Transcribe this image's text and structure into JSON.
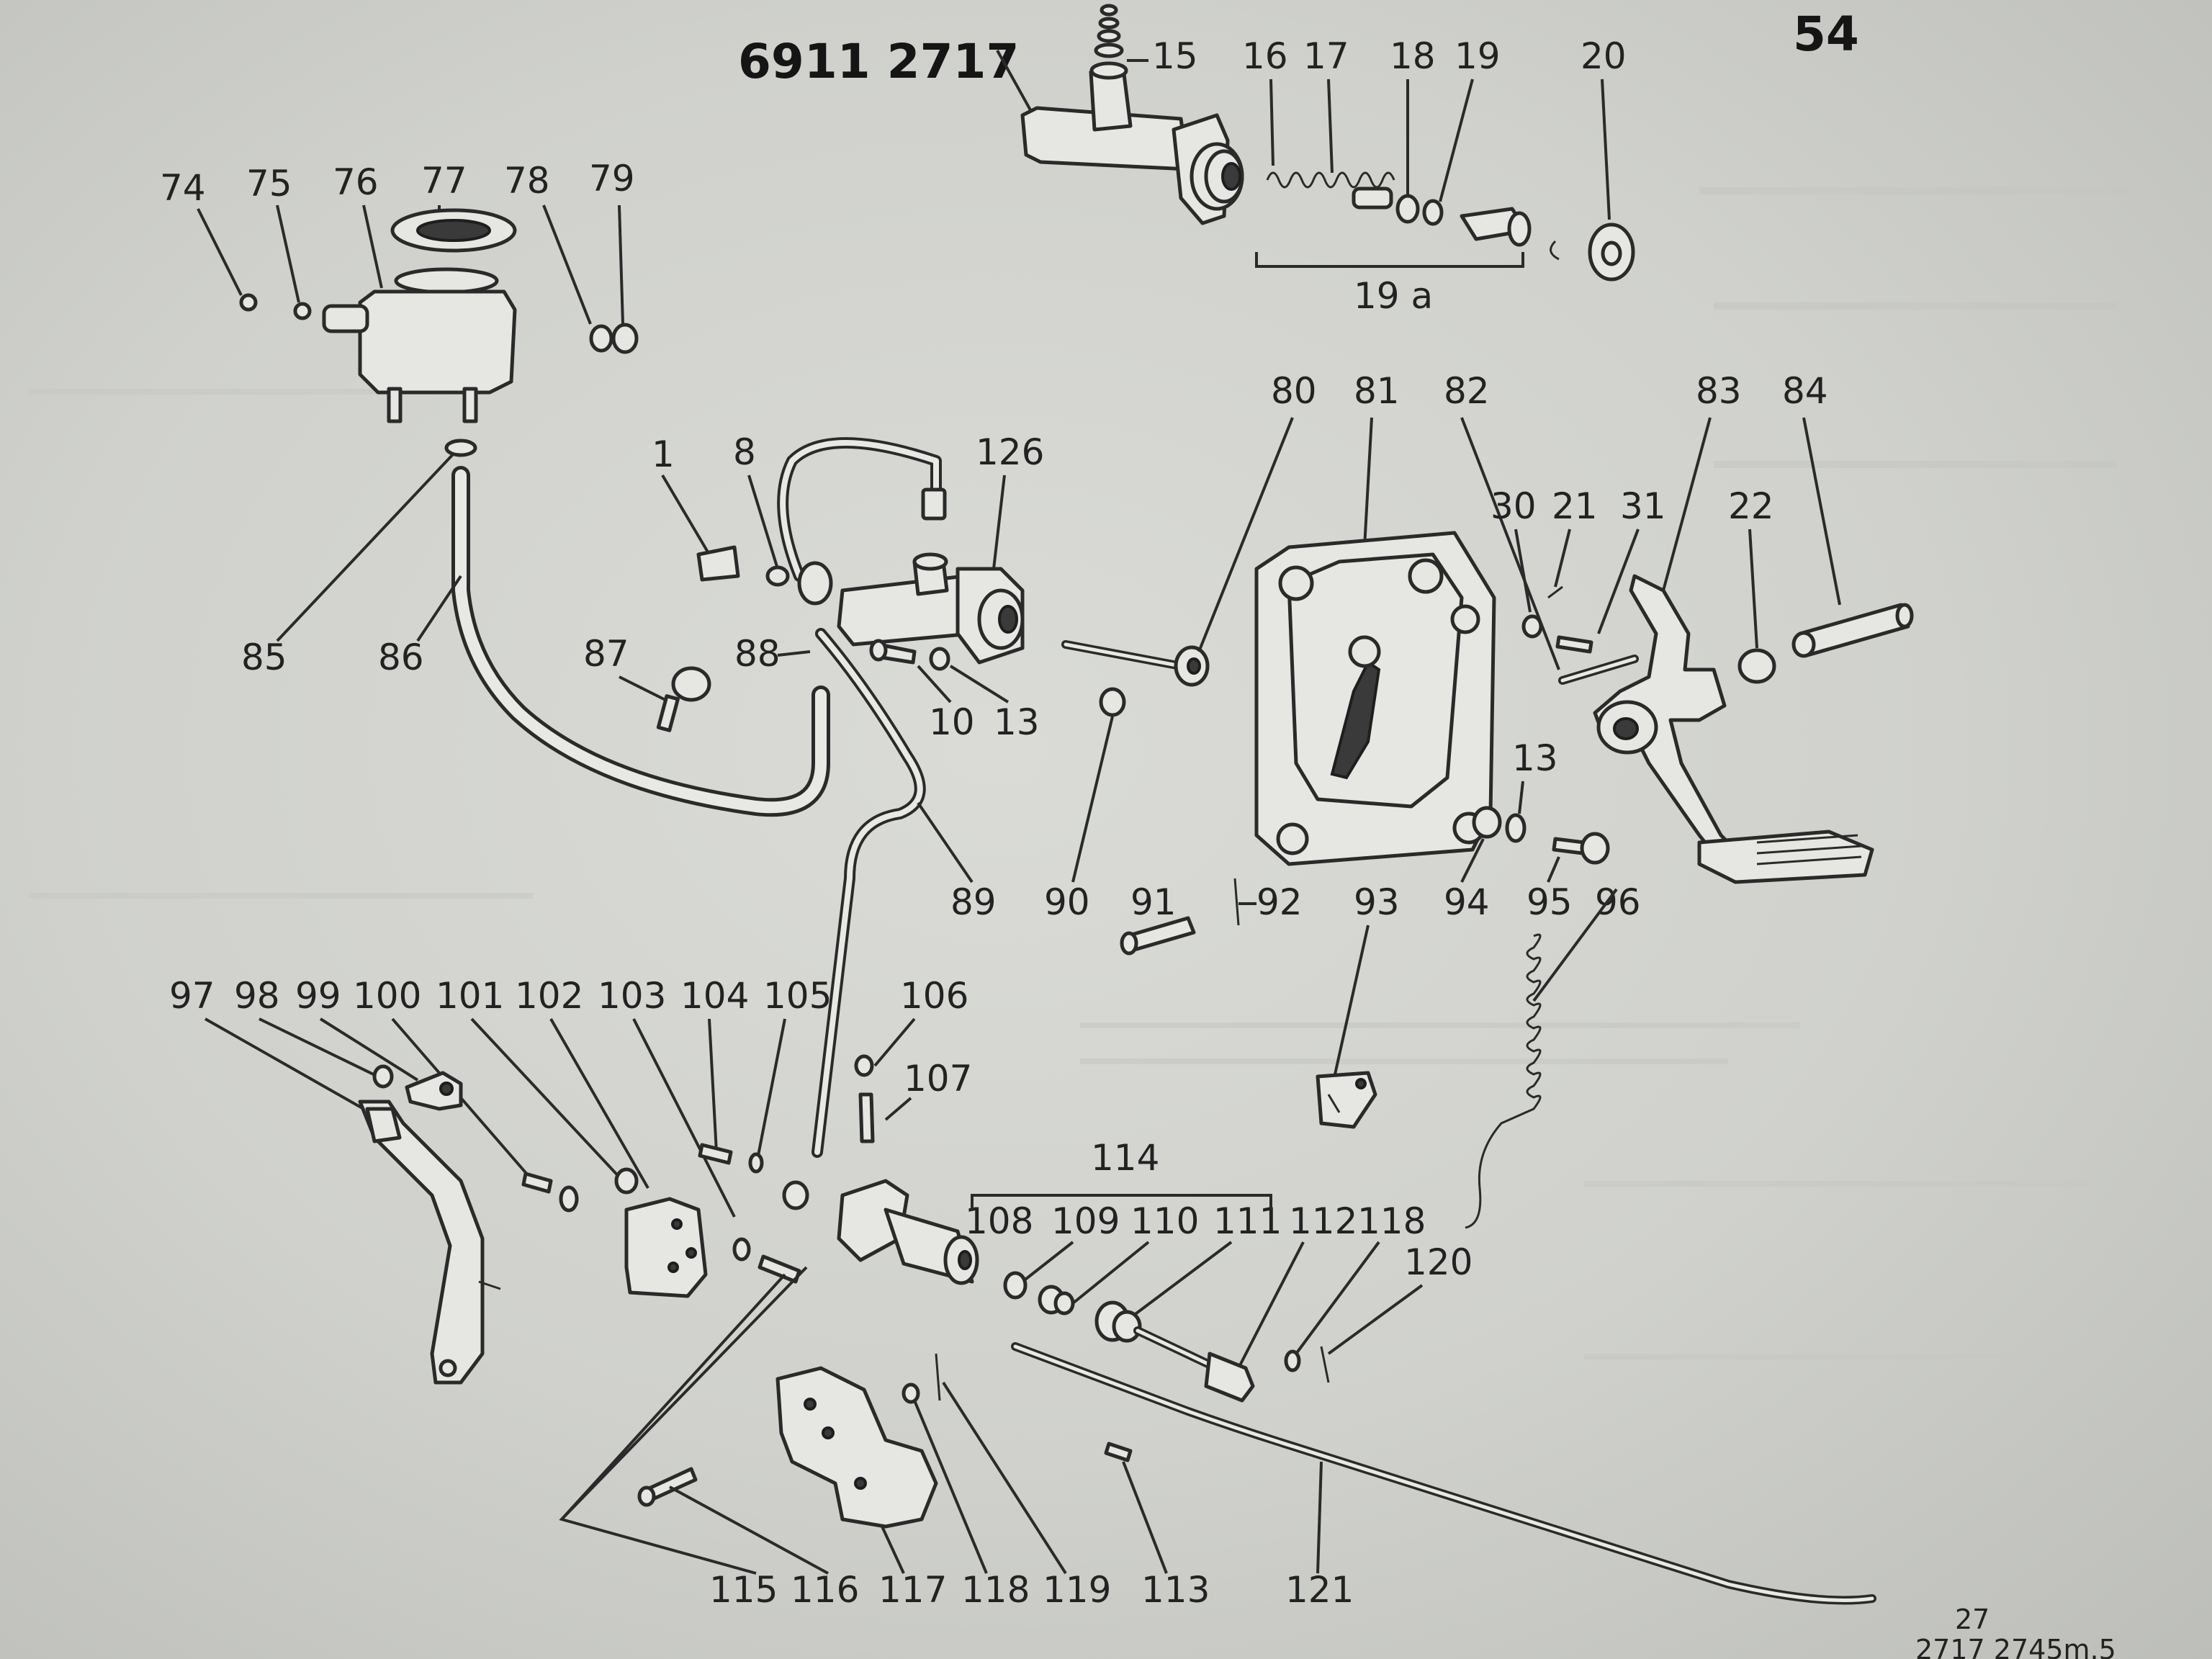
{
  "page_number": "54",
  "part_number": "6911 2717",
  "footer_page": "27",
  "footer_code": "2717 2745m.5",
  "callouts": {
    "c15": "15",
    "c16": "16",
    "c17": "17",
    "c18": "18",
    "c19": "19",
    "c20": "20",
    "c19a": "19 a",
    "c74": "74",
    "c75": "75",
    "c76": "76",
    "c77": "77",
    "c78": "78",
    "c79": "79",
    "c80": "80",
    "c81": "81",
    "c82": "82",
    "c83": "83",
    "c84": "84",
    "c1": "1",
    "c8": "8",
    "c126": "126",
    "c30": "30",
    "c21": "21",
    "c31": "31",
    "c22": "22",
    "c85": "85",
    "c86": "86",
    "c87": "87",
    "c88": "88",
    "c10": "10",
    "c13a": "13",
    "c13b": "13",
    "c89": "89",
    "c90": "90",
    "c91": "91",
    "c92": "92",
    "c93": "93",
    "c94": "94",
    "c95": "95",
    "c96": "96",
    "c97": "97",
    "c98": "98",
    "c99": "99",
    "c100": "100",
    "c101": "101",
    "c102": "102",
    "c103": "103",
    "c104": "104",
    "c105": "105",
    "c106": "106",
    "c107": "107",
    "c114": "114",
    "c108": "108",
    "c109": "109",
    "c110": "110",
    "c111": "111",
    "c112": "112",
    "c118a": "118",
    "c120": "120",
    "c115": "115",
    "c116": "116",
    "c117": "117",
    "c118b": "118",
    "c119": "119",
    "c113": "113",
    "c121": "121"
  }
}
